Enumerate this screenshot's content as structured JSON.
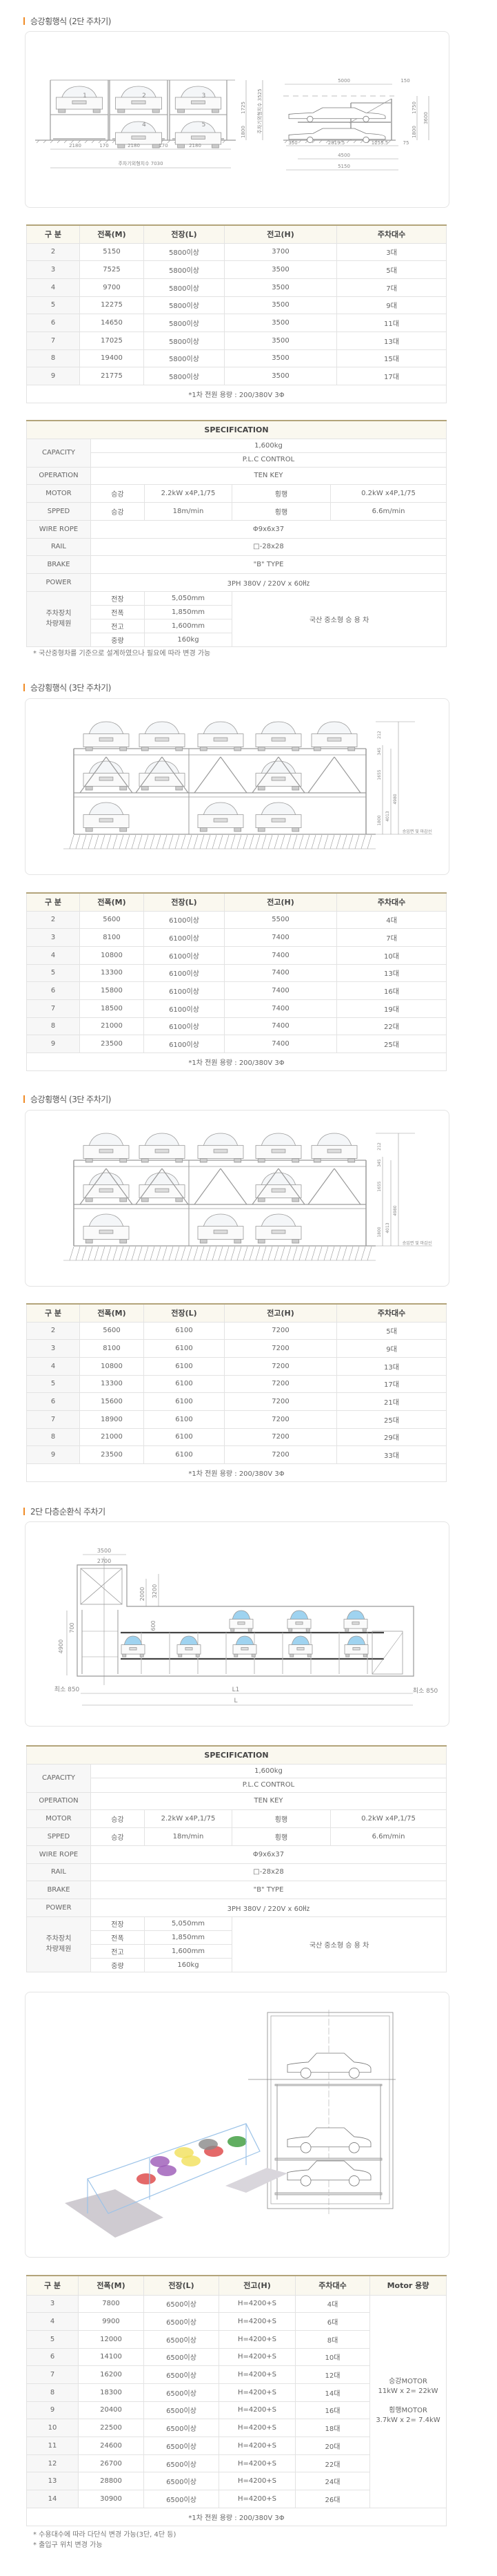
{
  "sections": [
    {
      "title": "승강횡행식 (2단 주차기)",
      "diagram_labels": [
        "2180",
        "170",
        "2180",
        "170",
        "2180",
        "주차기외형치수 7030",
        "1725",
        "1800",
        "주차기외형치수 3525",
        "5000",
        "150",
        "1750",
        "1800",
        "3600",
        "350",
        "2819.5",
        "1255.5",
        "75",
        "4500",
        "5150",
        "1",
        "2",
        "3",
        "4",
        "5"
      ],
      "table": {
        "headers": [
          "구 분",
          "전폭(M)",
          "전장(L)",
          "전고(H)",
          "주차대수"
        ],
        "rows": [
          [
            "2",
            "5150",
            "5800이상",
            "3700",
            "3대"
          ],
          [
            "3",
            "7525",
            "5800이상",
            "3500",
            "5대"
          ],
          [
            "4",
            "9700",
            "5800이상",
            "3500",
            "7대"
          ],
          [
            "5",
            "12275",
            "5800이상",
            "3500",
            "9대"
          ],
          [
            "6",
            "14650",
            "5800이상",
            "3500",
            "11대"
          ],
          [
            "7",
            "17025",
            "5800이상",
            "3500",
            "13대"
          ],
          [
            "8",
            "19400",
            "5800이상",
            "3500",
            "15대"
          ],
          [
            "9",
            "21775",
            "5800이상",
            "3500",
            "17대"
          ]
        ],
        "footer": "*1차 전원 용량 : 200/380V 3Φ"
      }
    },
    {
      "title": "승강횡행식 (3단 주차기)",
      "diagram_labels": [
        "212",
        "345",
        "1655",
        "1800",
        "4013",
        "4980",
        "승입면 및 마감선"
      ],
      "table": {
        "headers": [
          "구 분",
          "전폭(M)",
          "전장(L)",
          "전고(H)",
          "주차대수"
        ],
        "rows": [
          [
            "2",
            "5600",
            "6100이상",
            "5500",
            "4대"
          ],
          [
            "3",
            "8100",
            "6100이상",
            "7400",
            "7대"
          ],
          [
            "4",
            "10800",
            "6100이상",
            "7400",
            "10대"
          ],
          [
            "5",
            "13300",
            "6100이상",
            "7400",
            "13대"
          ],
          [
            "6",
            "15800",
            "6100이상",
            "7400",
            "16대"
          ],
          [
            "7",
            "18500",
            "6100이상",
            "7400",
            "19대"
          ],
          [
            "8",
            "21000",
            "6100이상",
            "7400",
            "22대"
          ],
          [
            "9",
            "23500",
            "6100이상",
            "7400",
            "25대"
          ]
        ],
        "footer": "*1차 전원 용량 : 200/380V 3Φ"
      }
    },
    {
      "title": "승강횡행식 (3단 주차기)",
      "diagram_labels": [
        "212",
        "345",
        "1655",
        "1800",
        "4013",
        "4980",
        "승입면 및 마감선"
      ],
      "table": {
        "headers": [
          "구 분",
          "전폭(M)",
          "전장(L)",
          "전고(H)",
          "주차대수"
        ],
        "rows": [
          [
            "2",
            "5600",
            "6100",
            "7200",
            "5대"
          ],
          [
            "3",
            "8100",
            "6100",
            "7200",
            "9대"
          ],
          [
            "4",
            "10800",
            "6100",
            "7200",
            "13대"
          ],
          [
            "5",
            "13300",
            "6100",
            "7200",
            "17대"
          ],
          [
            "6",
            "15600",
            "6100",
            "7200",
            "21대"
          ],
          [
            "7",
            "18900",
            "6100",
            "7200",
            "25대"
          ],
          [
            "8",
            "21000",
            "6100",
            "7200",
            "29대"
          ],
          [
            "9",
            "23500",
            "6100",
            "7200",
            "33대"
          ]
        ],
        "footer": "*1차 전원 용량 : 200/380V 3Φ"
      }
    },
    {
      "title": "2단 다층순환식 주차기",
      "diagram_labels": [
        "3500",
        "2700",
        "2000",
        "3200",
        "700",
        "4900",
        "600",
        "최소 850",
        "L1",
        "최소 850",
        "L"
      ]
    }
  ],
  "spec": {
    "title": "SPECIFICATION",
    "capacity_label": "CAPACITY",
    "capacity_value": "1,600kg",
    "control_value": "P.L.C CONTROL",
    "operation_label": "OPERATION",
    "operation_value": "TEN KEY",
    "motor_label": "MOTOR",
    "motor": [
      "승강",
      "2.2kW x4P,1/75",
      "횡행",
      "0.2kW x4P,1/75"
    ],
    "speed_label": "SPPED",
    "speed": [
      "승강",
      "18m/min",
      "횡행",
      "6.6m/min"
    ],
    "wire_label": "WIRE ROPE",
    "wire_value": "Φ9x6x37",
    "rail_label": "RAIL",
    "rail_value": "□-28x28",
    "brake_label": "BRAKE",
    "brake_value": "\"B\" TYPE",
    "power_label": "POWER",
    "power_value": "3PH 380V / 220V x 60㎐",
    "vehicle_label_1": "주차장치",
    "vehicle_label_2": "차량제원",
    "vehicle": [
      [
        "전장",
        "5,050mm"
      ],
      [
        "전폭",
        "1,850mm"
      ],
      [
        "전고",
        "1,600mm"
      ],
      [
        "중량",
        "160kg"
      ]
    ],
    "vehicle_note": "국산 중소형 승 용 차"
  },
  "spec_note": "* 국산중형차를 기준으로 설계하였으나 필요에 따라 변경 가능",
  "table5": {
    "headers": [
      "구 분",
      "전폭(M)",
      "전장(L)",
      "전고(H)",
      "주차대수",
      "Motor 용량"
    ],
    "rows": [
      [
        "3",
        "7800",
        "6500이상",
        "H=4200+S",
        "4대"
      ],
      [
        "4",
        "9900",
        "6500이상",
        "H=4200+S",
        "6대"
      ],
      [
        "5",
        "12000",
        "6500이상",
        "H=4200+S",
        "8대"
      ],
      [
        "6",
        "14100",
        "6500이상",
        "H=4200+S",
        "10대"
      ],
      [
        "7",
        "16200",
        "6500이상",
        "H=4200+S",
        "12대"
      ],
      [
        "8",
        "18300",
        "6500이상",
        "H=4200+S",
        "14대"
      ],
      [
        "9",
        "20400",
        "6500이상",
        "H=4200+S",
        "16대"
      ],
      [
        "10",
        "22500",
        "6500이상",
        "H=4200+S",
        "18대"
      ],
      [
        "11",
        "24600",
        "6500이상",
        "H=4200+S",
        "20대"
      ],
      [
        "12",
        "26700",
        "6500이상",
        "H=4200+S",
        "22대"
      ],
      [
        "13",
        "28800",
        "6500이상",
        "H=4200+S",
        "24대"
      ],
      [
        "14",
        "30900",
        "6500이상",
        "H=4200+S",
        "26대"
      ]
    ],
    "motor_lines": [
      "승강MOTOR",
      "11kW x 2= 22kW",
      "횡행MOTOR",
      "3.7kW x 2= 7.4kW"
    ],
    "footer": "*1차 전원 용량 : 200/380V 3Φ",
    "notes": [
      "* 수용대수에 따라 다단식 변경 가능(3단, 4단 등)",
      "* 출입구 위치 변경 가능"
    ]
  }
}
